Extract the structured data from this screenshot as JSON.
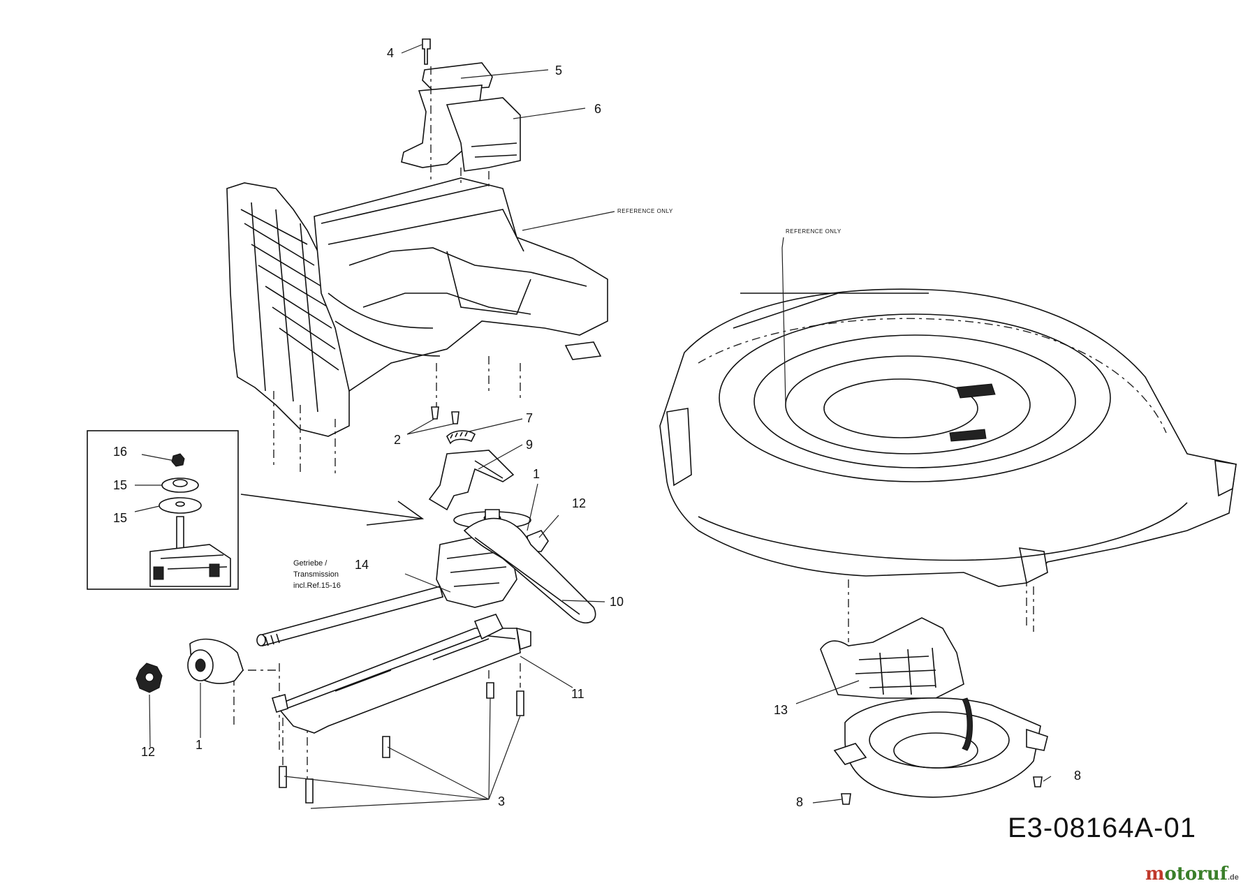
{
  "callouts": [
    {
      "id": "c4",
      "text": "4"
    },
    {
      "id": "c5",
      "text": "5"
    },
    {
      "id": "c6",
      "text": "6"
    },
    {
      "id": "c7",
      "text": "7"
    },
    {
      "id": "c9",
      "text": "9"
    },
    {
      "id": "c2",
      "text": "2"
    },
    {
      "id": "c1a",
      "text": "1"
    },
    {
      "id": "c12a",
      "text": "12"
    },
    {
      "id": "c14",
      "text": "14"
    },
    {
      "id": "c10",
      "text": "10"
    },
    {
      "id": "c11",
      "text": "11"
    },
    {
      "id": "c12b",
      "text": "12"
    },
    {
      "id": "c1b",
      "text": "1"
    },
    {
      "id": "c3",
      "text": "3"
    },
    {
      "id": "c16",
      "text": "16"
    },
    {
      "id": "c15a",
      "text": "15"
    },
    {
      "id": "c15b",
      "text": "15"
    },
    {
      "id": "c13",
      "text": "13"
    },
    {
      "id": "c8a",
      "text": "8"
    },
    {
      "id": "c8b",
      "text": "8"
    }
  ],
  "notes": {
    "reference_only_1": "REFERENCE ONLY",
    "reference_only_2": "REFERENCE ONLY",
    "transmission_line1": "Getriebe /",
    "transmission_line2": "Transmission",
    "transmission_line3": "incl.Ref.15-16"
  },
  "drawing_code": "E3-08164A-01",
  "logo": {
    "brand_first": "m",
    "brand_rest": "otoruf",
    "tld": ".de"
  },
  "colors": {
    "line": "#111111",
    "logo_green": "#3a7f2a",
    "logo_red": "#c0392b"
  }
}
